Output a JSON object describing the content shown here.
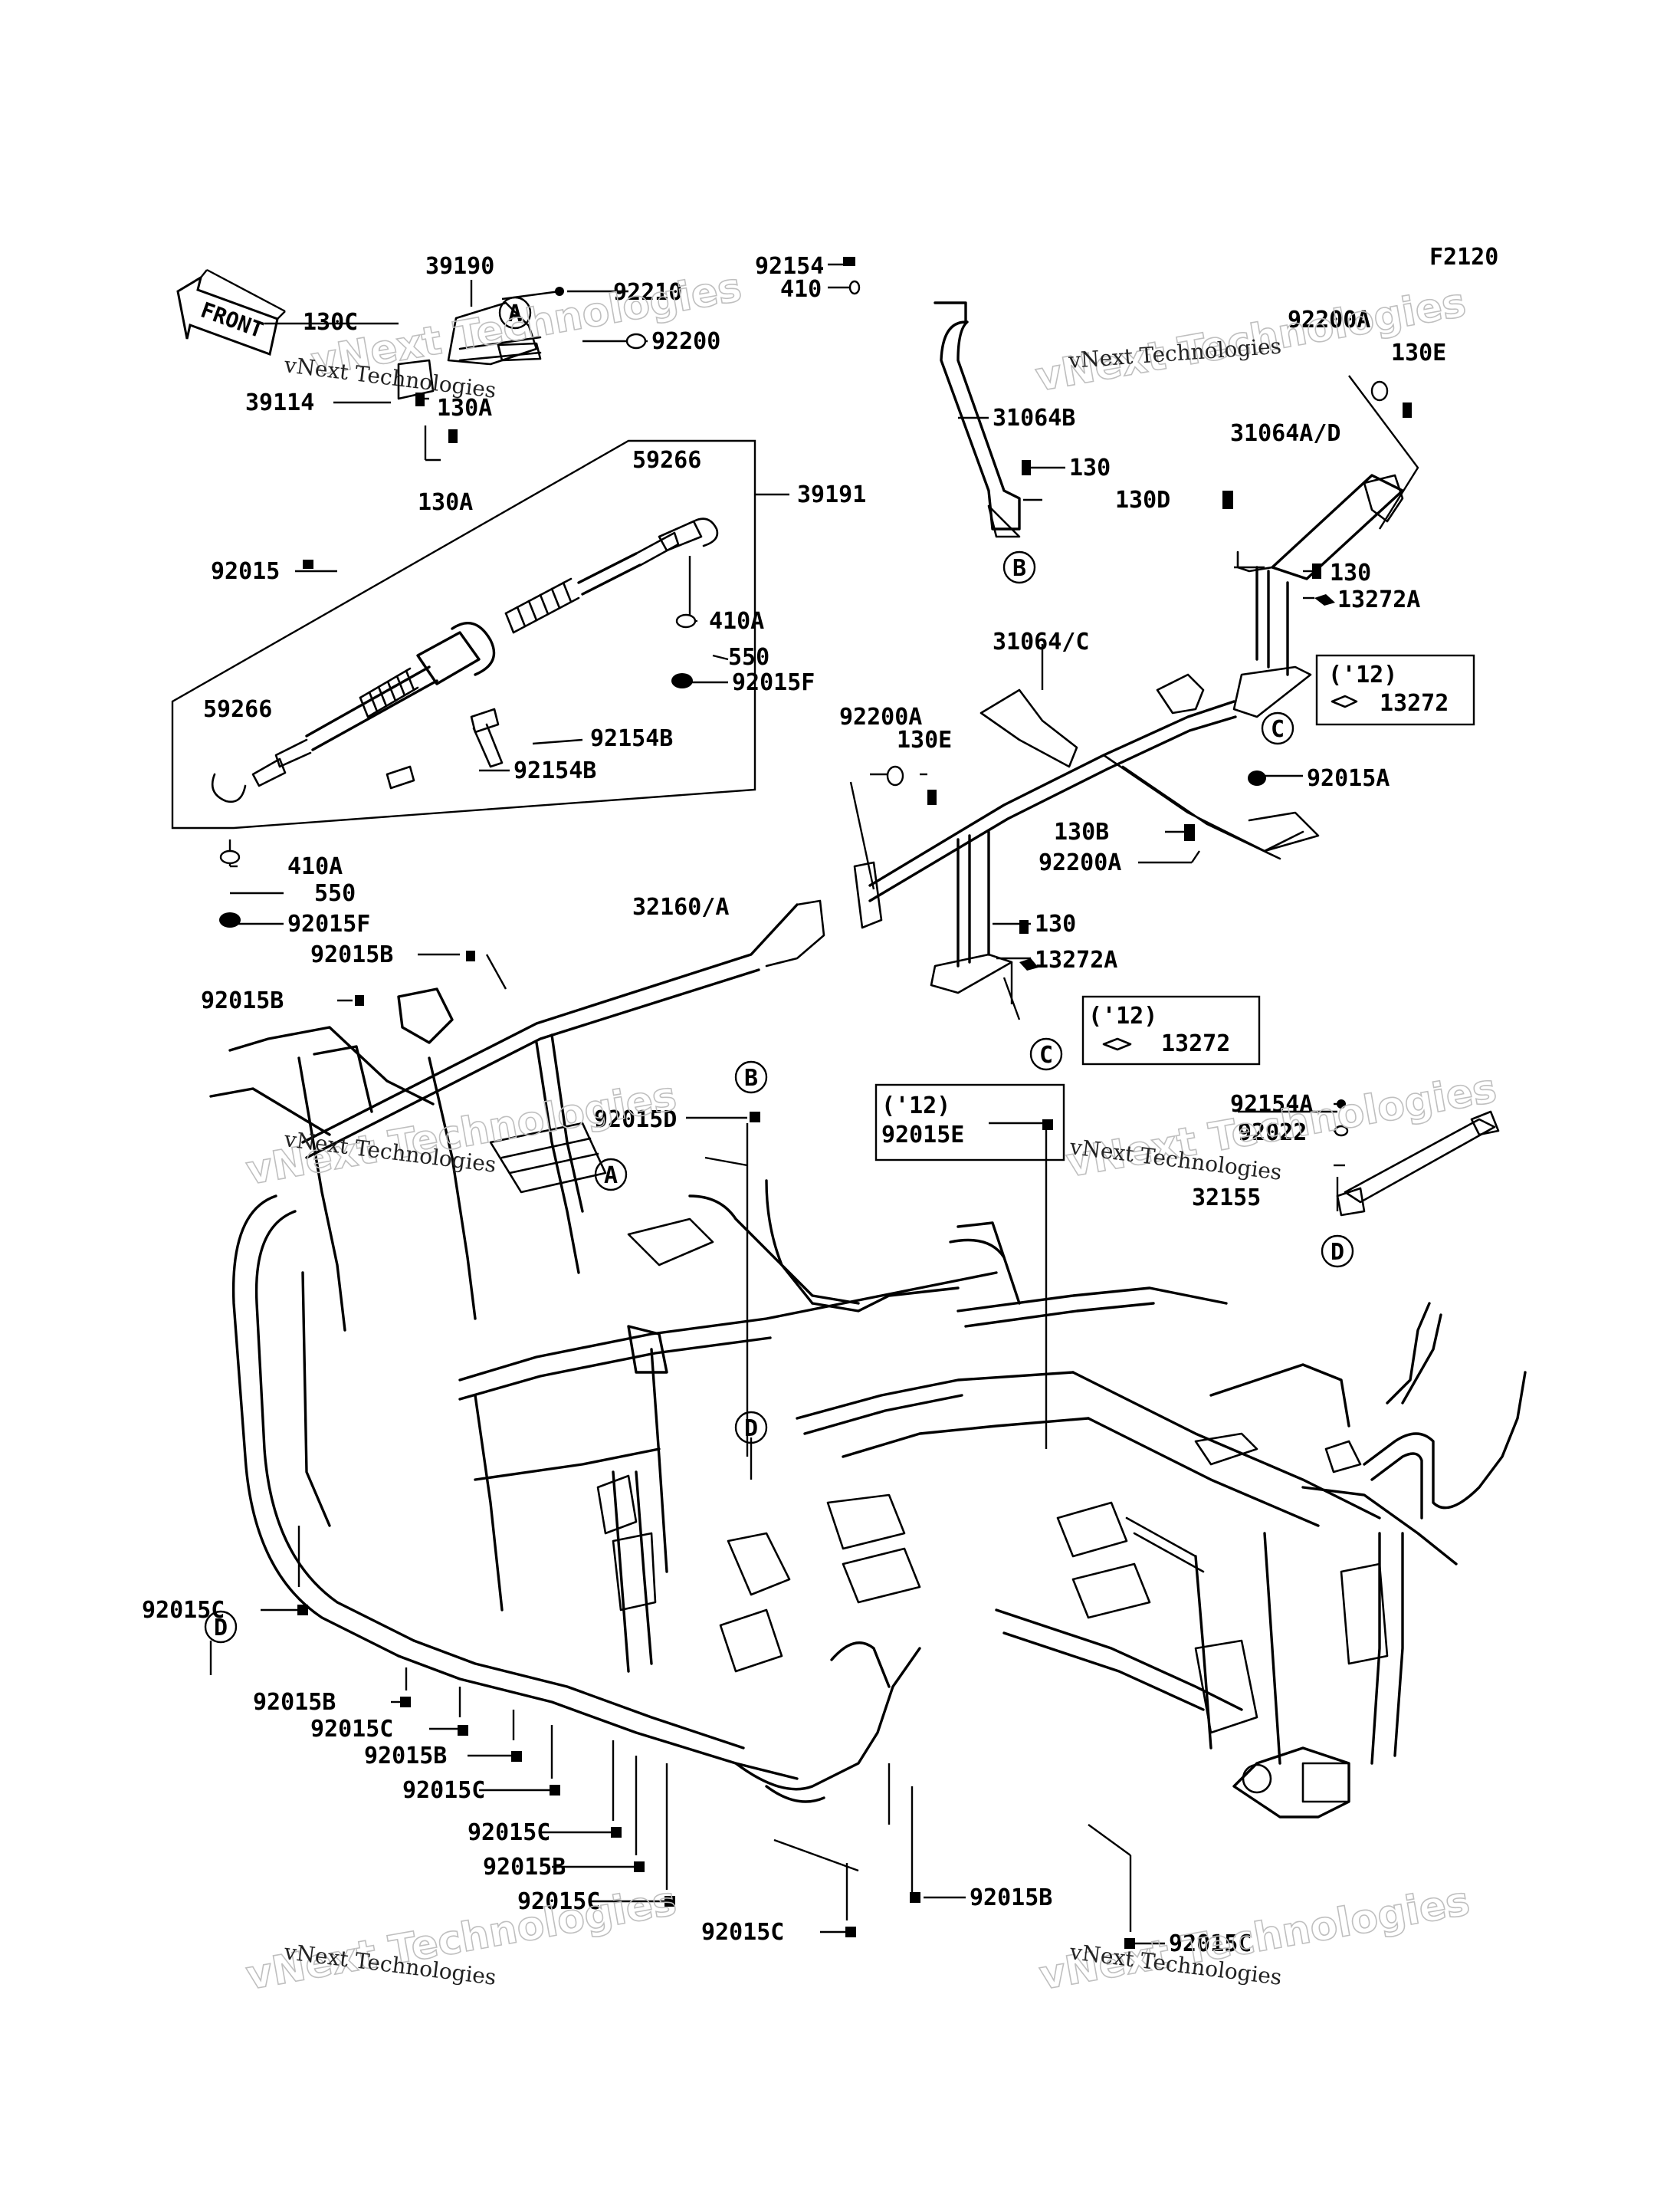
{
  "figure_code": "F2120",
  "front_label": "FRONT",
  "watermark": {
    "line1": "vNext Technologies",
    "big": "vNext Technologies"
  },
  "callouts": {
    "A": "A",
    "B": "B",
    "C": "C",
    "D": "D"
  },
  "year_boxes": [
    {
      "year": "('12)",
      "part": "13272"
    },
    {
      "year": "('12)",
      "part": "13272"
    },
    {
      "year": "('12)",
      "part": "92015E"
    }
  ],
  "parts": {
    "p39190": "39190",
    "p130C": "130C",
    "p92210": "92210",
    "p92200": "92200",
    "p39114": "39114",
    "p130A_1": "130A",
    "p130A_2": "130A",
    "p59266_1": "59266",
    "p39191": "39191",
    "p92015": "92015",
    "p410A_1": "410A",
    "p550_1": "550",
    "p92015F_1": "92015F",
    "p92154B_1": "92154B",
    "p92154B_2": "92154B",
    "p59266_2": "59266",
    "p410A_2": "410A",
    "p550_2": "550",
    "p92015F_2": "92015F",
    "p92154": "92154",
    "p410": "410",
    "p31064B": "31064B",
    "p130_1": "130",
    "p130D": "130D",
    "p92200A_1": "92200A",
    "p130E_1": "130E",
    "p31064AD": "31064A/D",
    "p130_2": "130",
    "p13272A_1": "13272A",
    "p31064C": "31064/C",
    "p92200A_2": "92200A",
    "p130E_2": "130E",
    "p92015A": "92015A",
    "p130B": "130B",
    "p92200A_3": "92200A",
    "p130_3": "130",
    "p13272A_2": "13272A",
    "p32160A": "32160/A",
    "p92015B_1": "92015B",
    "p92015B_2": "92015B",
    "p92015D": "92015D",
    "p92154A": "92154A",
    "p92022": "92022",
    "p32155": "32155",
    "p92015C_1": "92015C",
    "p92015B_3": "92015B",
    "p92015C_2": "92015C",
    "p92015B_4": "92015B",
    "p92015C_3": "92015C",
    "p92015C_4": "92015C",
    "p92015B_5": "92015B",
    "p92015C_5": "92015C",
    "p92015C_6": "92015C",
    "p92015B_6": "92015B",
    "p92015C_7": "92015C"
  }
}
